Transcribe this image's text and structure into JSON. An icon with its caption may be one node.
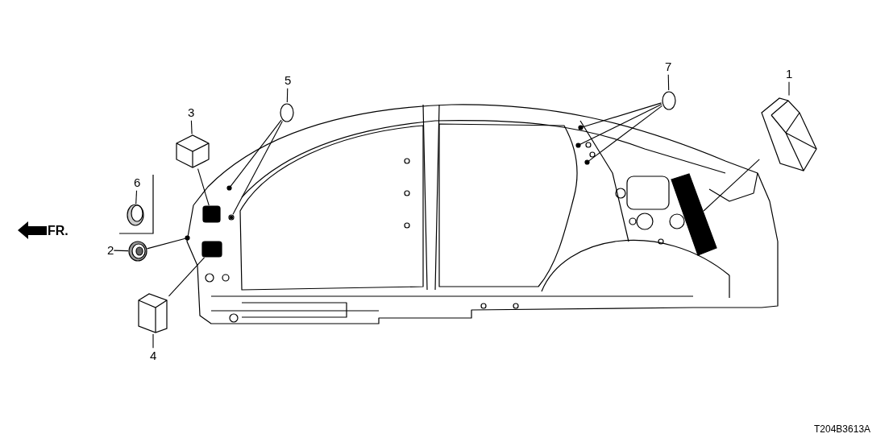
{
  "diagram": {
    "nodes": [
      {
        "text": [
          "1"
        ]
      },
      {
        "text": [],
        "shape": "picture"
      },
      {
        "text": [
          "2"
        ]
      },
      {
        "text": [],
        "shape": "picture"
      },
      {
        "text": [
          "3"
        ]
      },
      {
        "text": [],
        "shape": "picture"
      },
      {
        "text": [
          "4"
        ]
      },
      {
        "text": [],
        "shape": "picture"
      },
      {
        "text": [
          "5"
        ]
      },
      {
        "text": [],
        "shape": "circle"
      },
      {
        "text": [
          "6"
        ]
      },
      {
        "text": [],
        "shape": "picture"
      },
      {
        "text": [
          "7"
        ]
      },
      {
        "text": [],
        "shape": "circle"
      },
      {
        "text": [],
        "shape": "box"
      },
      {
        "text": [],
        "shape": "box"
      },
      {
        "text": [],
        "shape": "bar"
      },
      {
        "text": [],
        "shape": "circle"
      },
      {
        "text": [],
        "shape": "circle"
      },
      {
        "text": [],
        "shape": "circle"
      },
      {
        "text": [],
        "shape": "circle"
      },
      {
        "text": [],
        "shape": "circle"
      },
      {
        "text": [],
        "shape": "circle"
      }
    ],
    "edges": [
      {
        "from": 0,
        "to": 1,
        "arrow": "none"
      },
      {
        "from": 2,
        "to": 3,
        "arrow": "none"
      },
      {
        "from": 4,
        "to": 5,
        "arrow": "none"
      },
      {
        "from": 6,
        "to": 7,
        "arrow": "none"
      },
      {
        "from": 8,
        "to": 9,
        "arrow": "none"
      },
      {
        "from": 10,
        "to": 11,
        "arrow": "none"
      },
      {
        "from": 12,
        "to": 13,
        "arrow": "none"
      },
      {
        "from": 1,
        "to": 16,
        "arrow": "none"
      },
      {
        "from": 3,
        "to": 17,
        "arrow": "none"
      },
      {
        "from": 5,
        "to": 14,
        "arrow": "none"
      },
      {
        "from": 7,
        "to": 15,
        "arrow": "none"
      },
      {
        "from": 9,
        "to": 18,
        "arrow": "none"
      },
      {
        "from": 9,
        "to": 19,
        "arrow": "none"
      },
      {
        "from": 13,
        "to": 20,
        "arrow": "none"
      },
      {
        "from": 13,
        "to": 21,
        "arrow": "none"
      },
      {
        "from": 13,
        "to": 22,
        "arrow": "none"
      }
    ],
    "labels": [
      "FR.",
      "T204B3613A"
    ]
  }
}
